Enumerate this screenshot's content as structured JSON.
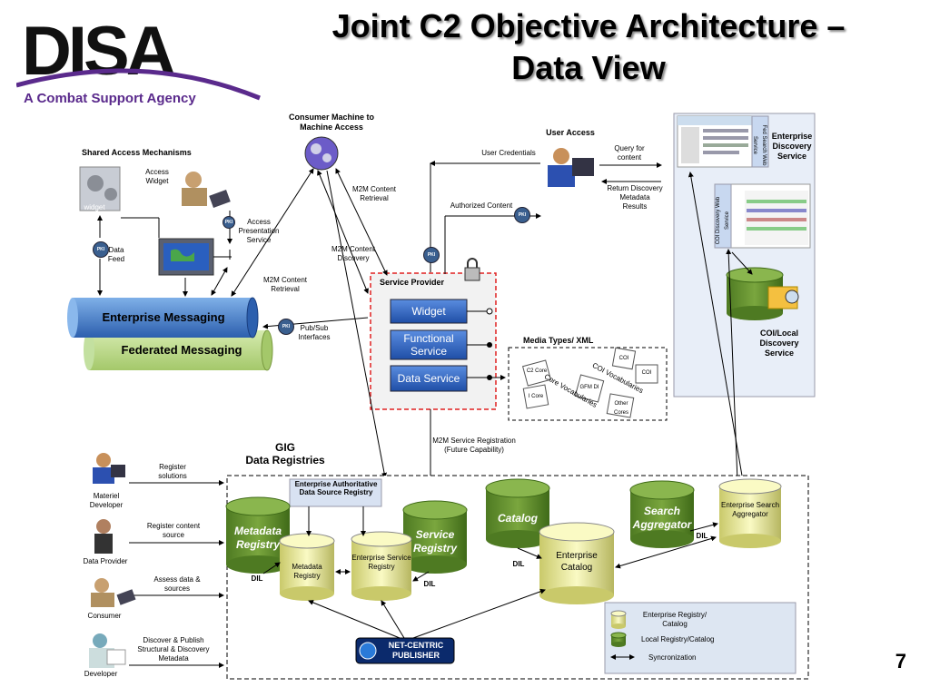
{
  "header": {
    "logo_text": "DISA",
    "logo_tagline": "A Combat Support Agency",
    "title_line1": "Joint C2 Objective Architecture –",
    "title_line2": "Data View",
    "page_number": "7"
  },
  "top_labels": {
    "consumer_machine": "Consumer Machine to Machine Access",
    "shared_access": "Shared Access Mechanisms",
    "access_widget": "Access Widget",
    "widget": "widget",
    "access_presentation": "Access Presentation Service",
    "data_feed": "Data Feed",
    "m2m_content_retrieval_1": "M2M Content Retrieval",
    "m2m_content_discovery": "M2M Content Discovery",
    "m2m_content_retrieval_2": "M2M Content Retrieval",
    "user_access": "User Access",
    "user_credentials": "User Credentials",
    "query_for_content": "Query for content",
    "return_discovery": "Return Discovery Metadata Results",
    "authorized_content": "Authorized Content",
    "pub_sub": "Pub/Sub Interfaces",
    "pki": "PKI"
  },
  "messaging": {
    "enterprise": "Enterprise Messaging",
    "federated": "Federated Messaging"
  },
  "service_provider": {
    "title": "Service Provider",
    "widget": "Widget",
    "functional": "Functional Service",
    "data_service": "Data Service"
  },
  "media_types": {
    "title": "Media Types/ XML",
    "coi_vocabularies": "COI Vocabularies",
    "core_vocabularies": "Core Vocabularies",
    "docs": [
      "C2 Core",
      "COI",
      "COI",
      "GFM DI",
      "Other Cores",
      "I Core"
    ]
  },
  "enterprise_discovery": {
    "label": "Enterprise Discovery Service",
    "fed_search": "Fed Search Web Service",
    "coi_discovery": "COI Discovery Web Service",
    "coi_local": "COI/Local Discovery Service"
  },
  "m2m_registration": "M2M Service Registration (Future Capability)",
  "gig": {
    "title_line1": "GIG",
    "title_line2": "Data  Registries",
    "authoritative": "Enterprise Authoritative Data Source Registry",
    "metadata_registry_big": "Metadata Registry",
    "metadata_registry_small": "Metadata Registry",
    "enterprise_service_registry": "Enterprise Service Registry",
    "service_registry": "Service Registry",
    "catalog": "Catalog",
    "enterprise_catalog": "Enterprise Catalog",
    "search_aggregator": "Search Aggregator",
    "enterprise_search_aggregator": "Enterprise Search Aggregator",
    "dil": "DIL",
    "net_centric_1": "NET-CENTRIC",
    "net_centric_2": "PUBLISHER"
  },
  "actors": [
    {
      "name": "Materiel Developer",
      "action": "Register solutions"
    },
    {
      "name": "Data Provider",
      "action": "Register content source"
    },
    {
      "name": "Consumer",
      "action": "Assess data & sources"
    },
    {
      "name": "Developer",
      "action": "Discover & Publish Structural & Discovery Metadata"
    }
  ],
  "legend": {
    "enterprise": "Enterprise Registry/ Catalog",
    "local": "Local Registry/Catalog",
    "sync": "Syncronization"
  },
  "colors": {
    "brand_purple": "#5a2a8c",
    "enterprise_blue": "#3d78c8",
    "federated_green": "#b8d88a",
    "registry_green": "#5d8c2c",
    "enterprise_cyl": "#eeeea0",
    "service_red": "#e02020"
  }
}
